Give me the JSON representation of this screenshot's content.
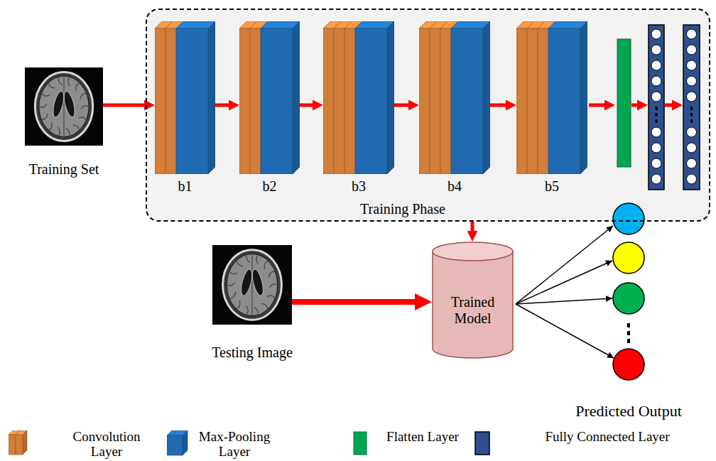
{
  "diagram": {
    "nodes": [
      {
        "text": [
          "Training Set"
        ]
      },
      {
        "text": [
          "Training Phase"
        ]
      },
      {
        "text": [
          "b1"
        ],
        "in": 1
      },
      {
        "text": [
          "b2"
        ],
        "in": 1
      },
      {
        "text": [
          "b3"
        ],
        "in": 1
      },
      {
        "text": [
          "b4"
        ],
        "in": 1
      },
      {
        "text": [
          "b5"
        ],
        "in": 1
      },
      {
        "text": [
          "Testing Image"
        ]
      },
      {
        "text": [
          "Trained Model"
        ]
      }
    ],
    "edges": [
      {
        "from": 0,
        "to": 2,
        "arrow": "to"
      },
      {
        "from": 2,
        "to": 3,
        "arrow": "to"
      },
      {
        "from": 3,
        "to": 4,
        "arrow": "to"
      },
      {
        "from": 4,
        "to": 5,
        "arrow": "to"
      },
      {
        "from": 5,
        "to": 6,
        "arrow": "to"
      },
      {
        "from": 1,
        "to": 8,
        "arrow": "to"
      },
      {
        "from": 7,
        "to": 8,
        "arrow": "to"
      }
    ],
    "labels": [
      "Predicted Output"
    ],
    "legend": [
      {
        "text": "Convolution Layer",
        "color": "#d27d39"
      },
      {
        "text": "Max-Pooling Layer",
        "color": "#1f6ab0"
      },
      {
        "text": "Flatten Layer",
        "color": "#00a651"
      },
      {
        "text": "Fully Connected Layer",
        "color": "#2f4f8f"
      }
    ]
  }
}
